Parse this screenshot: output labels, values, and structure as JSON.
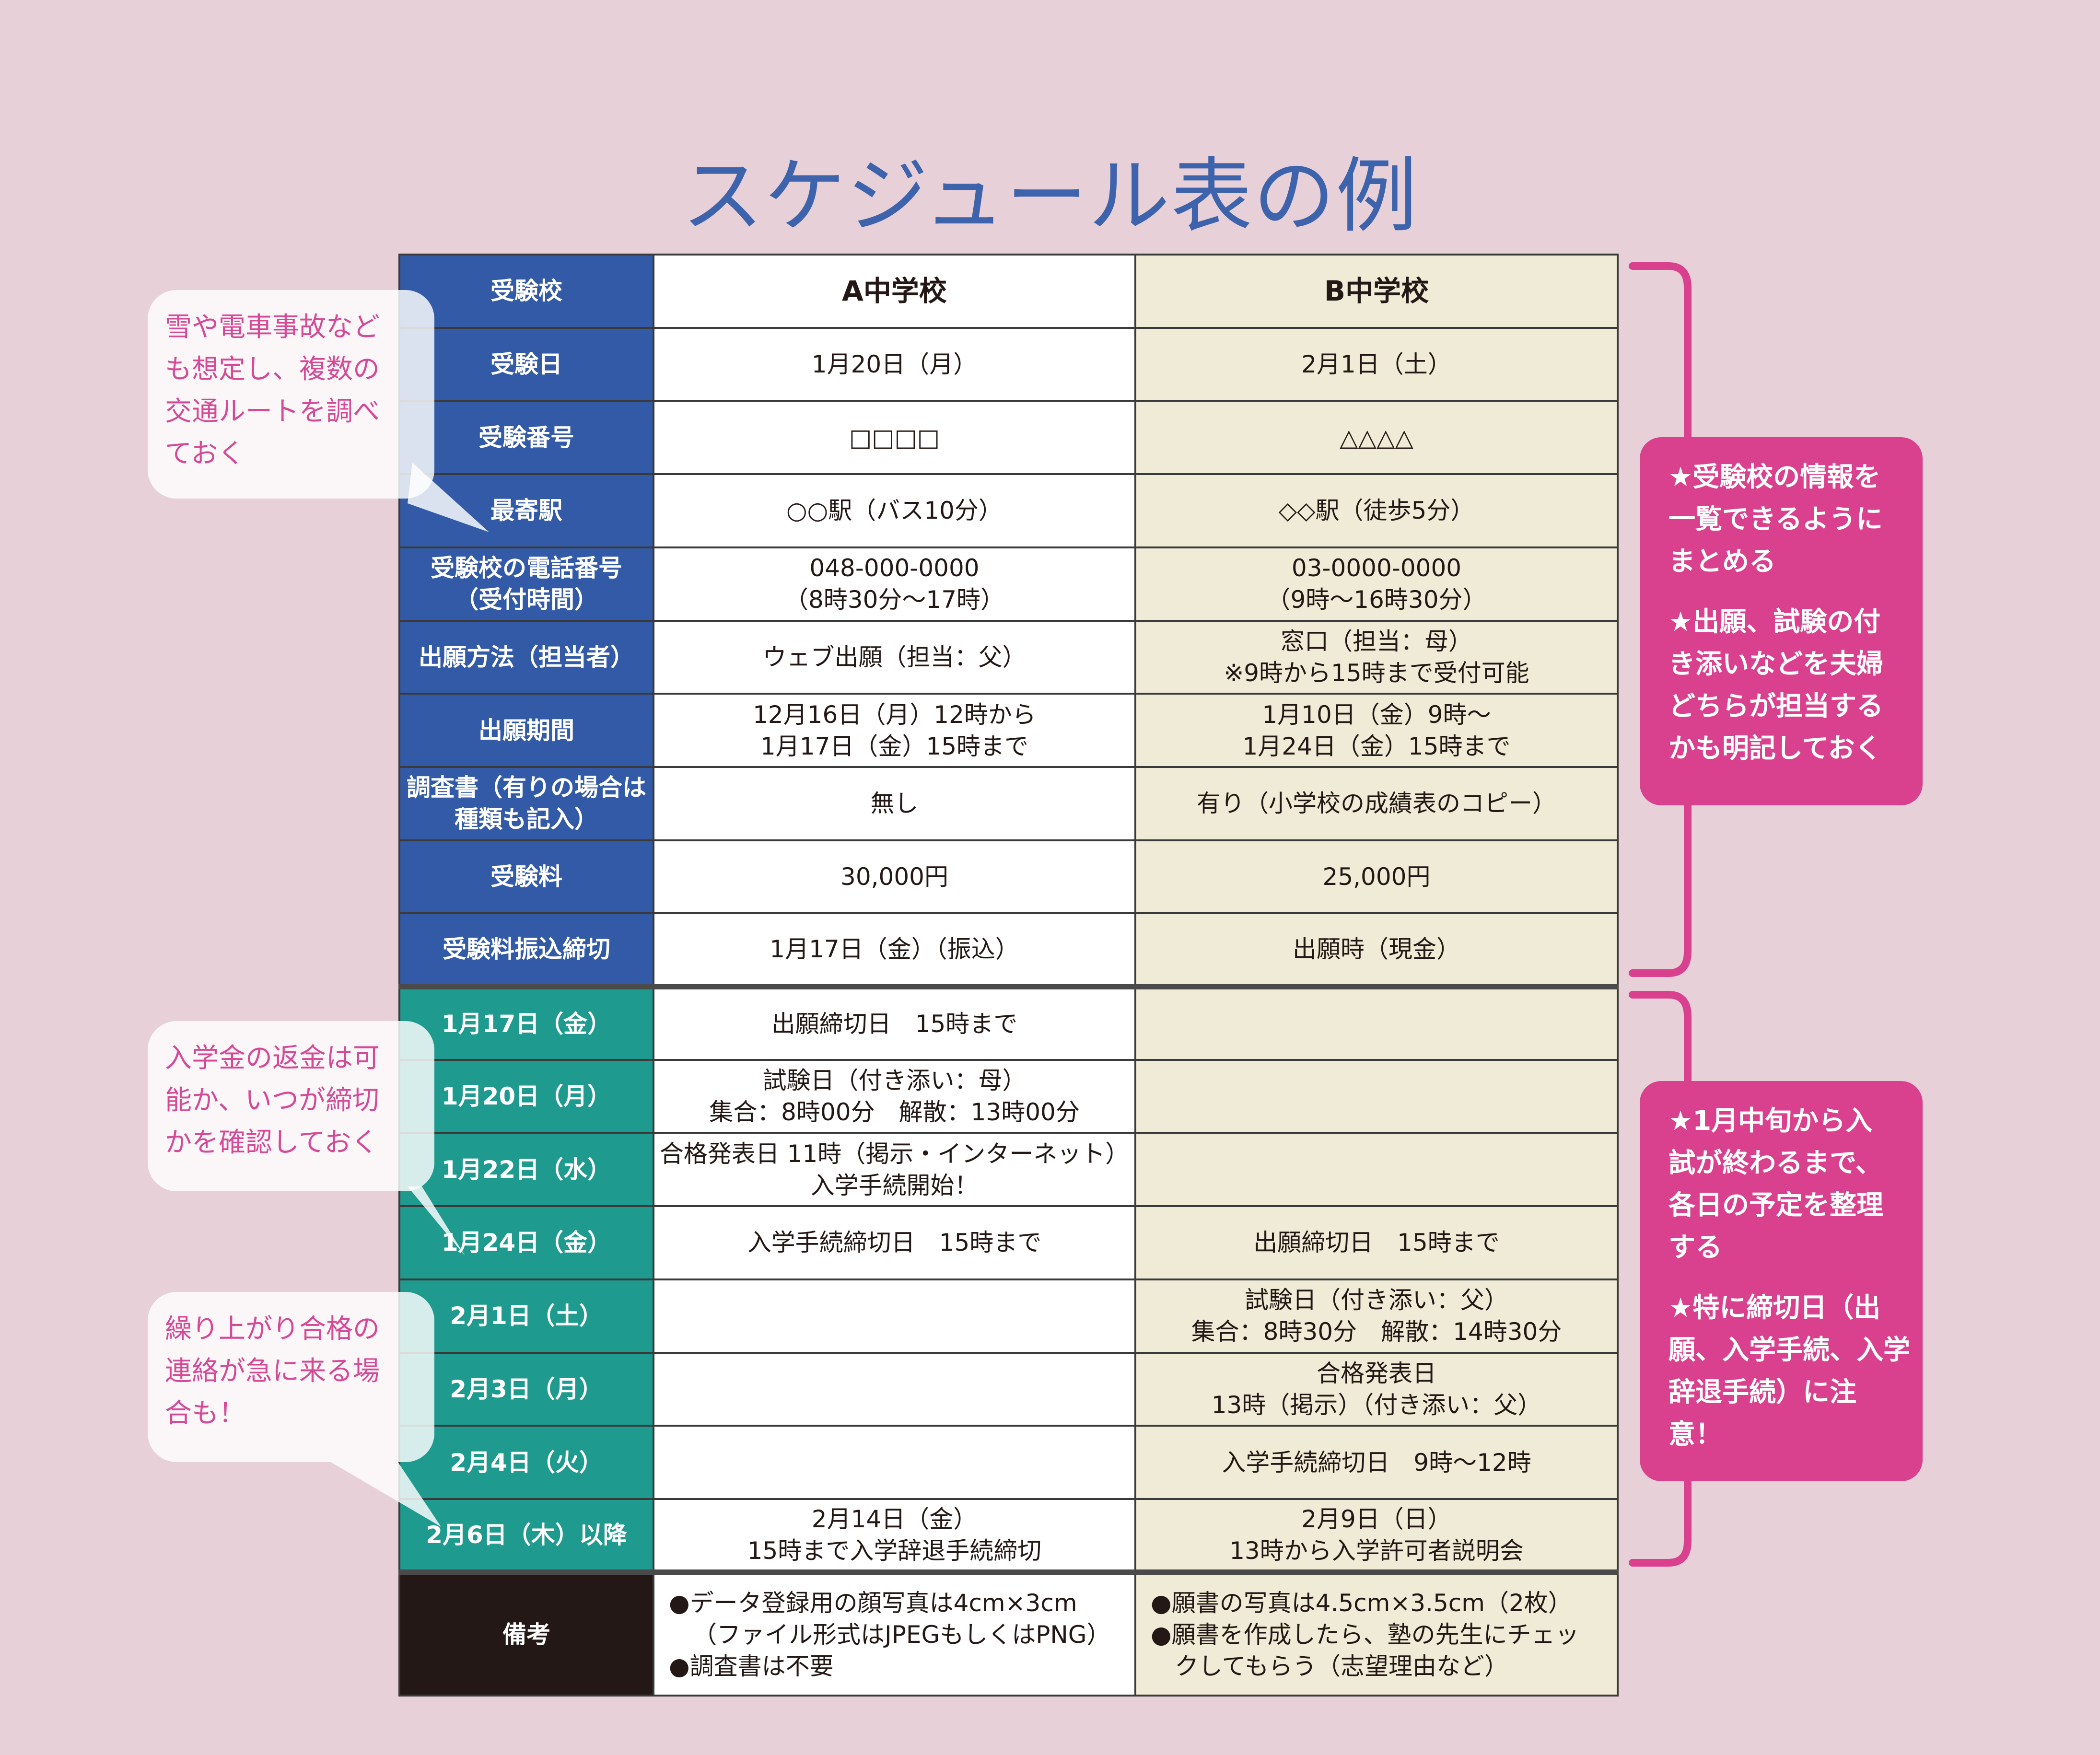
{
  "title": "スケジュール表の例",
  "colors": {
    "title": "#3d63ad",
    "label_blue": "#325aa6",
    "label_teal": "#1f9a8f",
    "label_black": "#231815",
    "cell_b": "#f0ebd6",
    "accent_pink": "#d9418f",
    "bubble_text": "#d54a97",
    "background": "#e7d0d8"
  },
  "table": {
    "header": {
      "label": "受験校",
      "a": "A中学校",
      "b": "B中学校"
    },
    "info_rows": [
      {
        "label": [
          "受験日"
        ],
        "a": [
          "1月20日（月）"
        ],
        "b": [
          "2月1日（土）"
        ]
      },
      {
        "label": [
          "受験番号"
        ],
        "a": [
          "□□□□"
        ],
        "b": [
          "△△△△"
        ]
      },
      {
        "label": [
          "最寄駅"
        ],
        "a": [
          "○○駅（バス10分）"
        ],
        "b": [
          "◇◇駅（徒歩5分）"
        ]
      },
      {
        "label": [
          "受験校の電話番号",
          "（受付時間）"
        ],
        "a": [
          "048-000-0000",
          "（8時30分～17時）"
        ],
        "b": [
          "03-0000-0000",
          "（9時～16時30分）"
        ]
      },
      {
        "label": [
          "出願方法（担当者）"
        ],
        "a": [
          "ウェブ出願（担当：父）"
        ],
        "b": [
          "窓口（担当：母）",
          "※9時から15時まで受付可能"
        ]
      },
      {
        "label": [
          "出願期間"
        ],
        "a": [
          "12月16日（月）12時から",
          "1月17日（金）15時まで"
        ],
        "b": [
          "1月10日（金）9時～",
          "1月24日（金）15時まで"
        ]
      },
      {
        "label": [
          "調査書（有りの場合は",
          "種類も記入）"
        ],
        "a": [
          "無し"
        ],
        "b": [
          "有り（小学校の成績表のコピー）"
        ]
      },
      {
        "label": [
          "受験料"
        ],
        "a": [
          "30,000円"
        ],
        "b": [
          "25,000円"
        ]
      },
      {
        "label": [
          "受験料振込締切"
        ],
        "a": [
          "1月17日（金）（振込）"
        ],
        "b": [
          "出願時（現金）"
        ]
      }
    ],
    "date_rows": [
      {
        "label": [
          "1月17日（金）"
        ],
        "a": [
          "出願締切日　15時まで"
        ],
        "b": []
      },
      {
        "label": [
          "1月20日（月）"
        ],
        "a": [
          "試験日（付き添い：母）",
          "集合：8時00分　解散：13時00分"
        ],
        "b": []
      },
      {
        "label": [
          "1月22日（水）"
        ],
        "a": [
          "合格発表日 11時（掲示・インターネット）",
          "入学手続開始！"
        ],
        "b": []
      },
      {
        "label": [
          "1月24日（金）"
        ],
        "a": [
          "入学手続締切日　15時まで"
        ],
        "b": [
          "出願締切日　15時まで"
        ]
      },
      {
        "label": [
          "2月1日（土）"
        ],
        "a": [],
        "b": [
          "試験日（付き添い：父）",
          "集合：8時30分　解散：14時30分"
        ]
      },
      {
        "label": [
          "2月3日（月）"
        ],
        "a": [],
        "b": [
          "合格発表日",
          "13時（掲示）（付き添い：父）"
        ]
      },
      {
        "label": [
          "2月4日（火）"
        ],
        "a": [],
        "b": [
          "入学手続締切日　9時～12時"
        ]
      },
      {
        "label": [
          "2月6日（木）以降"
        ],
        "a": [
          "2月14日（金）",
          "15時まで入学辞退手続締切"
        ],
        "b": [
          "2月9日（日）",
          "13時から入学許可者説明会"
        ]
      }
    ],
    "notes_row": {
      "label": "備考",
      "a": [
        "●データ登録用の顔写真は4cm×3cm",
        "（ファイル形式はJPEGもしくはPNG）",
        "●調査書は不要"
      ],
      "b": [
        "●願書の写真は4.5cm×3.5cm（2枚）",
        "●願書を作成したら、塾の先生にチェッ",
        "クしてもらう（志望理由など）"
      ]
    }
  },
  "bubbles": [
    [
      "雪や電車事故など",
      "も想定し、複数の",
      "交通ルートを調べ",
      "ておく"
    ],
    [
      "入学金の返金は可",
      "能か、いつが締切",
      "かを確認しておく"
    ],
    [
      "繰り上がり合格の",
      "連絡が急に来る場",
      "合も！"
    ]
  ],
  "notes": [
    [
      [
        "★受験校の情報を",
        "一覧できるように",
        "まとめる"
      ],
      [
        "★出願、試験の付",
        "き添いなどを夫婦",
        "どちらが担当する",
        "かも明記しておく"
      ]
    ],
    [
      [
        "★1月中旬から入",
        "試が終わるまで、",
        "各日の予定を整理",
        "する"
      ],
      [
        "★特に締切日（出",
        "願、入学手続、入学",
        "辞退手続）に注",
        "意！"
      ]
    ]
  ]
}
